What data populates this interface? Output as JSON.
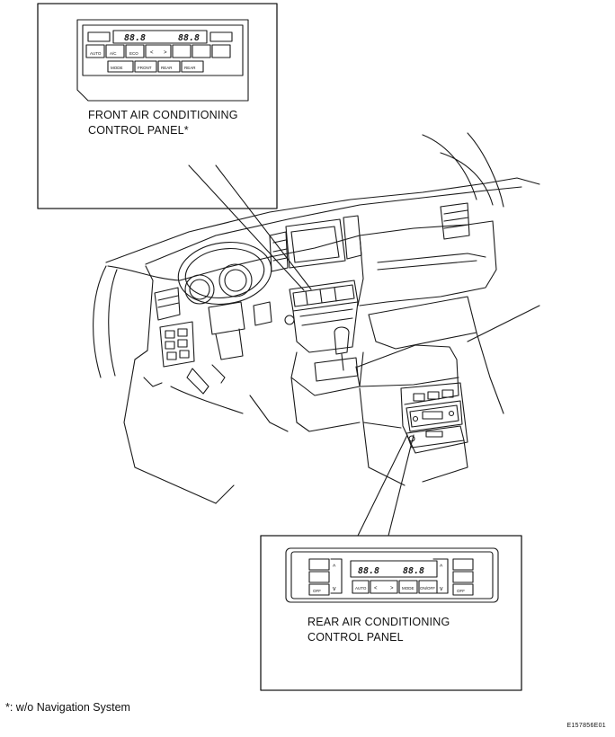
{
  "front_panel": {
    "label_line1": "FRONT AIR CONDITIONING",
    "label_line2": "CONTROL PANEL*",
    "display_left": "88.8",
    "display_right": "88.8",
    "buttons_row1": [
      "AUTO",
      "A/C",
      "ECO"
    ],
    "buttons_row2": [
      "MODE",
      "FRONT",
      "REAR",
      "REAR"
    ],
    "arrow_left": "<",
    "arrow_right": ">"
  },
  "rear_panel": {
    "label_line1": "REAR AIR CONDITIONING",
    "label_line2": "CONTROL PANEL",
    "display_left": "88.8",
    "display_right": "88.8",
    "up_arrow": "^",
    "down_arrow": "v",
    "left_buttons": [
      "OFF",
      "AUTO"
    ],
    "center_buttons": [
      "<",
      ">",
      "MODE",
      "ON/OFF"
    ],
    "right_buttons": [
      "OFF"
    ]
  },
  "footnote": "*: w/o Navigation System",
  "figure_id": "E157856E01"
}
